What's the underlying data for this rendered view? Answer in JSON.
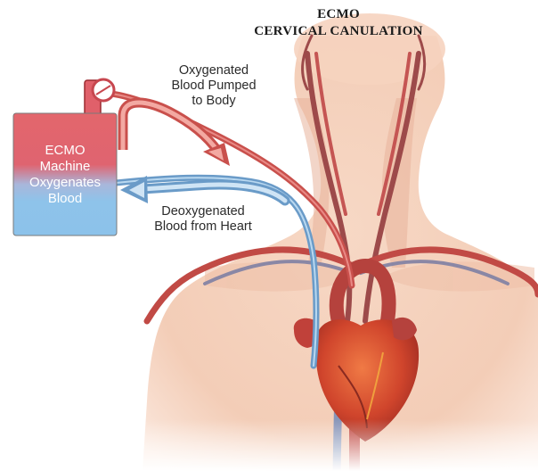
{
  "diagram": {
    "title_line1": "ECMO",
    "title_line2": "CERVICAL CANULATION",
    "machine": {
      "line1": "ECMO",
      "line2": "Machine",
      "line3": "Oxygenates",
      "line4": "Blood"
    },
    "oxygenated_label": {
      "line1": "Oxygenated",
      "line2": "Blood Pumped",
      "line3": "to Body"
    },
    "deoxygenated_label": {
      "line1": "Deoxygenated",
      "line2": "Blood from Heart"
    },
    "colors": {
      "oxygenated_red": "#d9534f",
      "deoxygenated_blue": "#7fb2dc",
      "skin": "#f4cdb6",
      "machine_red": "#e0606a",
      "machine_blue": "#8ec3ea"
    }
  }
}
